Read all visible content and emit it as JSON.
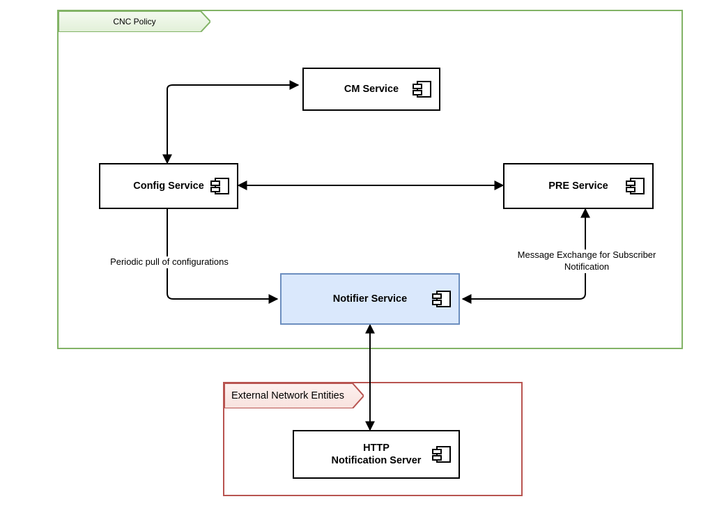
{
  "groups": [
    {
      "name": "cnc-policy",
      "label": "CNC Policy",
      "border_color": "#82b366",
      "tab_fill": "#eaf4e2"
    },
    {
      "name": "external-network-entities",
      "label": "External Network Entities",
      "border_color": "#b85450",
      "tab_fill": "#fbe9e7"
    }
  ],
  "components": [
    {
      "name": "cm-service",
      "label": "CM Service",
      "icon": "uml-component-icon"
    },
    {
      "name": "config-service",
      "label": "Config Service",
      "icon": "uml-component-icon"
    },
    {
      "name": "pre-service",
      "label": "PRE Service",
      "icon": "uml-component-icon"
    },
    {
      "name": "notifier-service",
      "label": "Notifier Service",
      "icon": "uml-component-icon",
      "fill": "#dae8fc",
      "stroke": "#6c8ebf"
    },
    {
      "name": "http-notification-server",
      "label": "HTTP\nNotification Server",
      "icon": "uml-component-icon"
    }
  ],
  "edge_labels": [
    {
      "name": "periodic-pull-label",
      "text": "Periodic pull of configurations"
    },
    {
      "name": "message-exchange-label",
      "text": "Message Exchange for Subscriber\nNotification"
    }
  ],
  "connectors": [
    {
      "name": "config-to-cm-service",
      "from": "config-service",
      "to": "cm-service",
      "arrows": "both",
      "style": "elbow"
    },
    {
      "name": "config-to-pre-service",
      "from": "config-service",
      "to": "pre-service",
      "arrows": "both",
      "style": "straight"
    },
    {
      "name": "config-to-notifier-service",
      "from": "config-service",
      "to": "notifier-service",
      "arrows": "end",
      "style": "elbow"
    },
    {
      "name": "pre-to-notifier-service",
      "from": "pre-service",
      "to": "notifier-service",
      "arrows": "both",
      "style": "elbow"
    },
    {
      "name": "notifier-to-http-server",
      "from": "notifier-service",
      "to": "http-notification-server",
      "arrows": "both",
      "style": "straight"
    }
  ],
  "colors": {
    "line": "#000000",
    "group_green": "#82b366",
    "group_red": "#b85450",
    "accent_fill": "#dae8fc",
    "accent_stroke": "#6c8ebf"
  }
}
